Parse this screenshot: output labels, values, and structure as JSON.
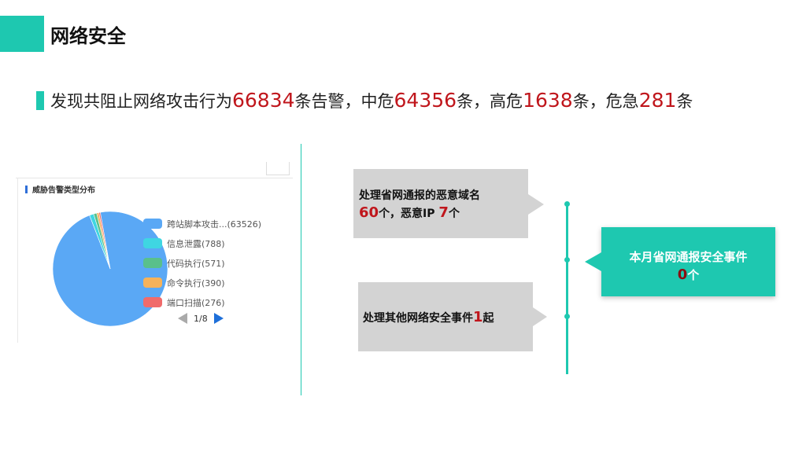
{
  "header": {
    "title": "网络安全"
  },
  "summary": {
    "prefix": "发现共阻止网络攻击行为",
    "total": "66834",
    "t1": "条告警，中危",
    "medium": "64356",
    "t2": "条，高危",
    "high": "1638",
    "t3": "条，危急",
    "critical": "281",
    "t4": "条"
  },
  "panel": {
    "title": "威胁告警类型分布"
  },
  "chart_data": {
    "type": "pie",
    "title": "威胁告警类型分布",
    "categories": [
      "跨站脚本攻击...",
      "信息泄露",
      "代码执行",
      "命令执行",
      "端口扫描"
    ],
    "values": [
      63526,
      788,
      571,
      390,
      276
    ],
    "legend_labels": [
      "跨站脚本攻击...(63526)",
      "信息泄露(788)",
      "代码执行(571)",
      "命令执行(390)",
      "端口扫描(276)"
    ],
    "colors": [
      "#5aa8f5",
      "#3fd6e2",
      "#59c08c",
      "#f5b25a",
      "#f06b6b"
    ],
    "legend_position": "right",
    "page": "1/8"
  },
  "box1": {
    "line1": "处理省网通报的恶意域名",
    "domains": "60",
    "mid": "个，恶意IP ",
    "ips": "7",
    "end": "个"
  },
  "box2": {
    "prefix": "处理其他网络安全事件",
    "count": "1",
    "suffix": "起"
  },
  "box3": {
    "line1": "本月省网通报安全事件",
    "count": "0",
    "suffix": "个"
  },
  "colors": {
    "accent": "#1ec8b0",
    "highlight": "#c0161c"
  }
}
